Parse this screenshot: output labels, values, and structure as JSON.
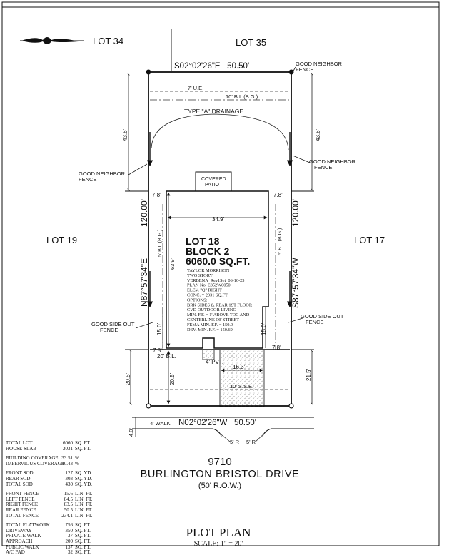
{
  "top_frame": {
    "caption": ""
  },
  "lots": {
    "lot34": "LOT 34",
    "lot35": "LOT 35",
    "lot19": "LOT 19",
    "lot17": "LOT 17"
  },
  "bearings": {
    "top": "S02°02'26\"E   50.50'",
    "bottom": "N02°02'26\"W   50.50'",
    "left": "N87°57'34\"E",
    "right": "S87°57'34\"W",
    "left_len": "120.00'",
    "right_len": "120.00'"
  },
  "easements": {
    "ue": "7' U.E.",
    "bl_rear": "10' B.L.(B.G.)",
    "bl_side_left": "5' B.L.(B.G.)",
    "bl_side_right": "5' B.L.(B.G.)",
    "bl_front": "20' B.L.",
    "sse": "10' S.S.E."
  },
  "drainage": "TYPE \"A\" DRAINAGE",
  "fence_notes": {
    "good_neighbor_top_right": [
      "GOOD NEIGHBOR",
      "FENCE"
    ],
    "good_neighbor_left": [
      "GOOD NEIGHBOR",
      "FENCE"
    ],
    "good_neighbor_right": [
      "GOOD NEIGHBOR",
      "FENCE"
    ],
    "side_out_left": [
      "GOOD SIDE OUT",
      "FENCE"
    ],
    "side_out_right": [
      "GOOD SIDE OUT",
      "FENCE"
    ]
  },
  "patio": [
    "COVERED",
    "PATIO"
  ],
  "dimensions": {
    "rear_left": "43.6'",
    "rear_right": "43.6'",
    "house_width": "34.9'",
    "house_depth": "63.9'",
    "side_left_top": "7.8'",
    "side_right_top": "7.8'",
    "side_left_bottom": "7.8'",
    "side_right_bottom": "7.8'",
    "fence_left": "15.0'",
    "fence_right": "15.0'",
    "front_left_outer": "20.5'",
    "front_left_inner": "20.5'",
    "front_right": "21.5'",
    "pvt": "4' PVT.",
    "drive": "16.3'",
    "walk": "4' WALK",
    "walk_offset": "4.0'",
    "radius_left": "5' R",
    "radius_right": "5' R"
  },
  "lot_info": {
    "title_lines": [
      "LOT 18",
      "BLOCK 2",
      "6060.0 SQ.FT."
    ],
    "details": [
      "TAYLOR MORRISON",
      "TWO STORY",
      "VERBENA_Rev1Set_06-16-23",
      "PLAN No. E352W0050",
      "ELEV. \"Q\" RIGHT",
      "CONC. = 2031 SQ.FT.",
      "OPTIONS:",
      "BRK SIDES & REAR 1ST FLOOR",
      "CVD OUTDOOR LIVING",
      "MIN. F.F. = 1' ABOVE TOC AND",
      "CENTERLINE OF STREET",
      "FEMA MIN. F.F. = 150.9'",
      "DEV. MIN. F.F. = 150.69'"
    ]
  },
  "address": {
    "number": "9710",
    "street": "BURLINGTON BRISTOL DRIVE",
    "row": "(50' R.O.W.)"
  },
  "legend": [
    {
      "rows": [
        {
          "label": "TOTAL LOT",
          "value": "6060",
          "unit": "SQ. FT."
        },
        {
          "label": "HOUSE SLAB",
          "value": "2031",
          "unit": "SQ. FT."
        }
      ]
    },
    {
      "rows": [
        {
          "label": "BUILDING COVERAGE",
          "value": "33.51",
          "unit": "%"
        },
        {
          "label": "IMPERVIOUS COVERAGE",
          "value": "40.43",
          "unit": "%"
        }
      ]
    },
    {
      "rows": [
        {
          "label": "FRONT SOD",
          "value": "127",
          "unit": "SQ. YD."
        },
        {
          "label": "REAR SOD",
          "value": "303",
          "unit": "SQ. YD."
        },
        {
          "label": "TOTAL SOD",
          "value": "430",
          "unit": "SQ. YD."
        }
      ]
    },
    {
      "rows": [
        {
          "label": "FRONT FENCE",
          "value": "15.6",
          "unit": "LIN. FT."
        },
        {
          "label": "LEFT FENCE",
          "value": "84.5",
          "unit": "LIN. FT."
        },
        {
          "label": "RIGHT FENCE",
          "value": "83.5",
          "unit": "LIN. FT."
        },
        {
          "label": "REAR FENCE",
          "value": "50.5",
          "unit": "LIN. FT."
        },
        {
          "label": "TOTAL FENCE",
          "value": "234.1",
          "unit": "LIN. FT."
        }
      ]
    },
    {
      "rows": [
        {
          "label": "TOTAL FLATWORK",
          "value": "756",
          "unit": "SQ. FT."
        },
        {
          "label": "DRIVEWAY",
          "value": "350",
          "unit": "SQ. FT."
        },
        {
          "label": "PRIVATE WALK",
          "value": "37",
          "unit": "SQ. FT."
        },
        {
          "label": "APPROACH",
          "value": "200",
          "unit": "SQ. FT."
        },
        {
          "label": "PUBLIC WALK",
          "value": "137",
          "unit": "SQ. FT."
        },
        {
          "label": "A/C PAD",
          "value": "32",
          "unit": "SQ. FT."
        }
      ]
    }
  ],
  "title": {
    "heading": "PLOT PLAN",
    "scale": "SCALE: 1\" = 20'"
  }
}
